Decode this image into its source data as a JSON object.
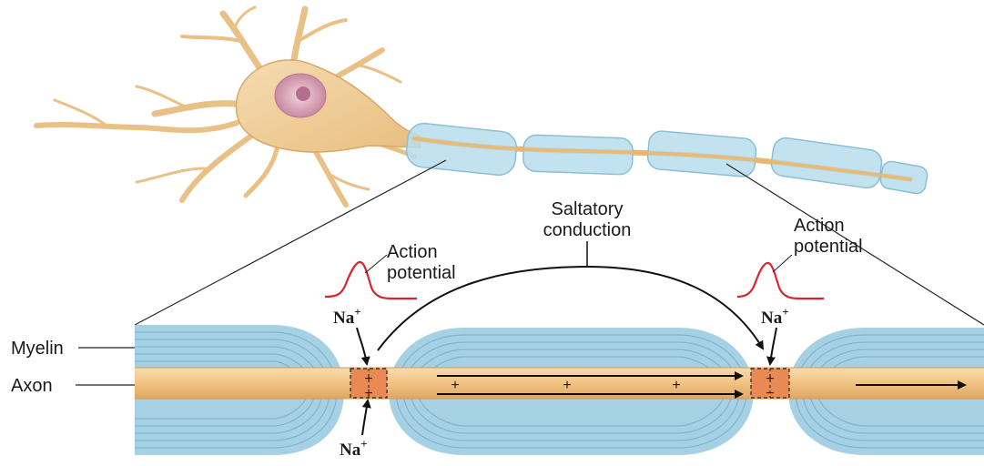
{
  "labels": {
    "saltatory_line1": "Saltatory",
    "saltatory_line2": "conduction",
    "ap_left_line1": "Action",
    "ap_left_line2": "potential",
    "ap_right_line1": "Action",
    "ap_right_line2": "potential",
    "myelin": "Myelin",
    "axon": "Axon",
    "na_symbol": "Na",
    "na_charge": "+"
  },
  "charges": {
    "plus": "+",
    "minus": "−"
  },
  "colors": {
    "myelin": "#a9d3e6",
    "myelin_stripe": "#7fb6cf",
    "axon": "#f2c78d",
    "axon_core": "#f7d9a6",
    "node": "#e98a55",
    "action_potential": "#d7262b",
    "arrow": "#111111",
    "neuron_body": "#f0cf9b"
  }
}
